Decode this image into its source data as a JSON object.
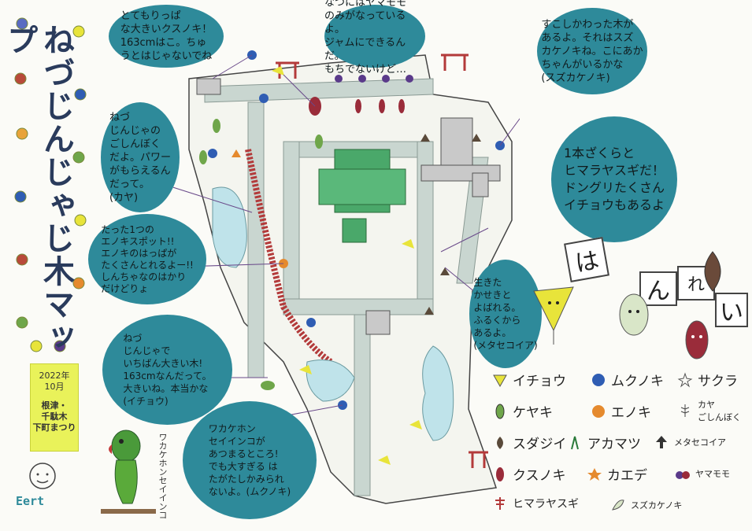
{
  "title": "ねづじんじゃじ木マップ",
  "date": {
    "year": "2022年",
    "month": "10月",
    "place1": "根津・",
    "place2": "千駄木",
    "place3": "下町まつり"
  },
  "signature": "Eert",
  "parrot_label": "ワカケホンセイインコ",
  "bubbles": {
    "b1": "とてもりっぱ\nな大きいクスノキ！\n163cmはこ。ちゅ\nうとはじゃないでね",
    "b2": "なつにはヤマモモ\nのみがなっているよ。\nジャムにできるんだ。\nもちでないけど…",
    "b3": "すこしかわった木が\nあるよ。それはスズ\nカケノキね。こにあか\nちゃんがいるかな\n(スズカケノキ)",
    "b4": "ねづ\nじんじゃの\nごしんぼく\nだよ。パワー\nがもらえるん\nだって。\n(カヤ)",
    "b5": "1本ざくらと\nヒマラヤスギだ！\nドングリたくさん\nイチョウもあるよ",
    "b6": "たった1つの\nエノキスポット!!\nエノキのはっぱが\nたくさんとれるよー!!\nしんちゃなのはかり\nだけどりょ",
    "b7": "生きた\nかせきと\nよばれる。\nふるくから\nあるよ。\n(メタセコイア)",
    "b8": "ねづ\nじんじゃで\nいちばん大きい木!\n163cmなんだって。\n大きいね。本当かな\n(イチョウ)",
    "b9": "ワカケホン\nセイインコが\nあつまるところ!\nでも大すぎる は\nたがたしかみられ\nないよ。(ムクノキ)"
  },
  "legend": {
    "ichou": "イチョウ",
    "mukunoki": "ムクノキ",
    "sakura": "サクラ",
    "keyaki": "ケヤキ",
    "enoki": "エノキ",
    "kaya_label1": "カヤ",
    "kaya_label2": "ごしんぼく",
    "sudajii": "スダジイ",
    "akamatsu": "アカマツ",
    "metasequoia": "メタセコイア",
    "kusunoki": "クスノキ",
    "kaede": "カエデ",
    "yamamomo": "ヤマモモ",
    "himalaya": "ヒマラヤスギ",
    "suzukake": "スズカケノキ"
  },
  "signs": {
    "s1": "は",
    "s2": "ん",
    "s3": "れ",
    "s4": "い"
  },
  "colors": {
    "bubble": "#2e8a9a",
    "ichou": "#e8e43a",
    "mukunoki": "#2f5db3",
    "enoki": "#e58a2e",
    "kusunoki": "#9a2c3a",
    "keyaki": "#6fa64a",
    "building": "#4aa86a",
    "path": "#c9d6d0",
    "pond": "#bfe3ea",
    "rail": "#b33a3a"
  }
}
